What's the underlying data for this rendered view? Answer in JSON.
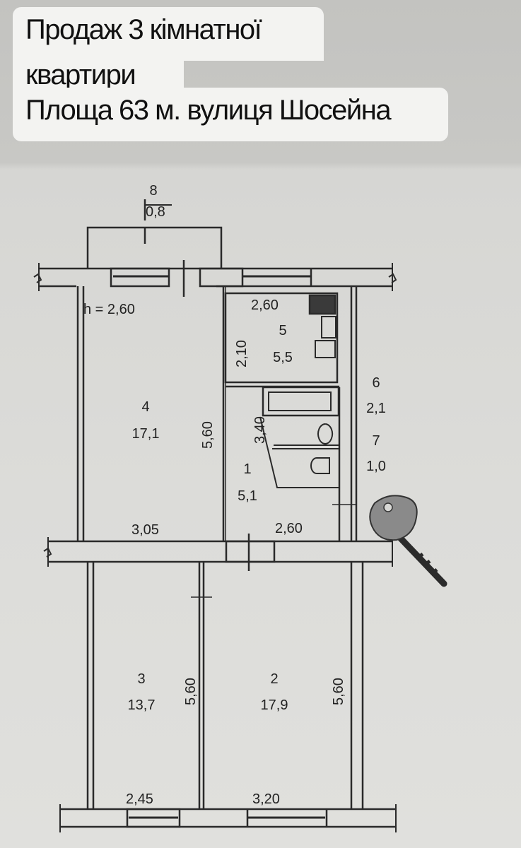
{
  "caption": {
    "line1": "Продаж 3 кімнатної",
    "line2": "квартири",
    "line3": "Площа 63 м. вулиця Шосейна"
  },
  "plan": {
    "ceiling_height": "h = 2,60",
    "rooms": [
      {
        "number": "1",
        "area": "5,1"
      },
      {
        "number": "2",
        "area": "17,9"
      },
      {
        "number": "3",
        "area": "13,7"
      },
      {
        "number": "4",
        "area": "17,1"
      },
      {
        "number": "5",
        "area": "5,5"
      },
      {
        "number": "6",
        "area": "2,1"
      },
      {
        "number": "7",
        "area": "1,0"
      },
      {
        "number": "8",
        "area": "0,8"
      }
    ],
    "dimensions": {
      "kitchen_width": "2,60",
      "kitchen_depth": "2,10",
      "room4_depth": "5,60",
      "hall_depth": "3,40",
      "room4_width": "3,05",
      "hall_width": "2,60",
      "room3_depth": "5,60",
      "room2_depth": "5,60",
      "room3_width": "2,45",
      "room2_width": "3,20"
    }
  }
}
